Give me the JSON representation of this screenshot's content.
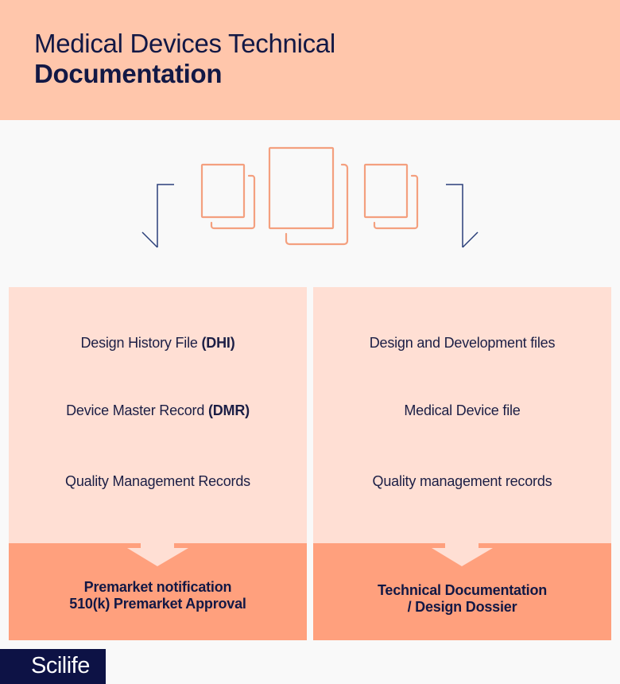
{
  "header": {
    "title_line1": "Medical Devices Technical",
    "title_line2": "Documentation",
    "background": "#ffc6ab"
  },
  "illustration": {
    "icons": [
      "document-stack-icon-left",
      "document-stack-icon-center",
      "document-stack-icon-right"
    ],
    "arrows": [
      "arrow-down-left-icon",
      "arrow-down-right-icon"
    ],
    "icon_color": "#f4a07f",
    "arrow_color": "#2a3f7a"
  },
  "columns": [
    {
      "items": [
        {
          "text": "Design History File ",
          "bold": "(DHI)"
        },
        {
          "text": "Device Master Record ",
          "bold": "(DMR)"
        },
        {
          "text": "Quality Management Records",
          "bold": ""
        }
      ],
      "result_line1": "Premarket notification",
      "result_line2": "510(k) Premarket Approval"
    },
    {
      "items": [
        {
          "text": "Design and Development files",
          "bold": ""
        },
        {
          "text": "Medical Device file",
          "bold": ""
        },
        {
          "text": "Quality management records",
          "bold": ""
        }
      ],
      "result_line1": "Technical Documentation",
      "result_line2": "/ Design Dossier"
    }
  ],
  "colors": {
    "panel_light": "#ffdfd4",
    "panel_dark": "#ffa07d",
    "text": "#121845",
    "logo_bg": "#0d1245"
  },
  "logo": {
    "text": "Scilife"
  }
}
